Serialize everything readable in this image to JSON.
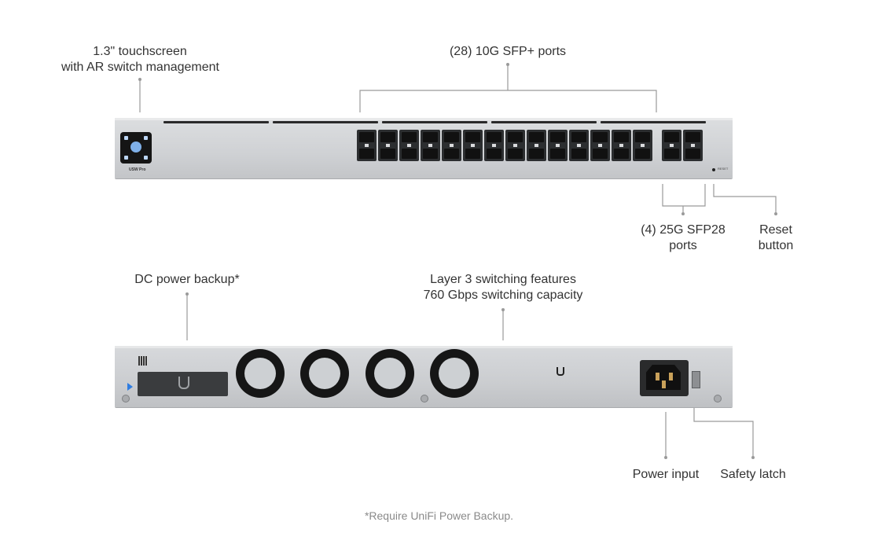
{
  "callouts": {
    "touchscreen": [
      "1.3\" touchscreen",
      "with AR switch management"
    ],
    "sfp_plus": [
      "(28) 10G SFP+ ports"
    ],
    "sfp28": [
      "(4) 25G SFP28",
      "ports"
    ],
    "reset": [
      "Reset",
      "button"
    ],
    "dc_power": [
      "DC power backup*"
    ],
    "layer3": [
      "Layer 3 switching features",
      "760 Gbps switching capacity"
    ],
    "power_input": [
      "Power input"
    ],
    "safety_latch": [
      "Safety latch"
    ]
  },
  "device": {
    "model_label": "USW Pro",
    "reset_label": "RESET"
  },
  "footnote": "*Require UniFi Power Backup.",
  "colors": {
    "panel": "#cfd1d4",
    "port": "#2c2e30",
    "leader": "#9a9a9a",
    "accent": "#2f7de1"
  }
}
